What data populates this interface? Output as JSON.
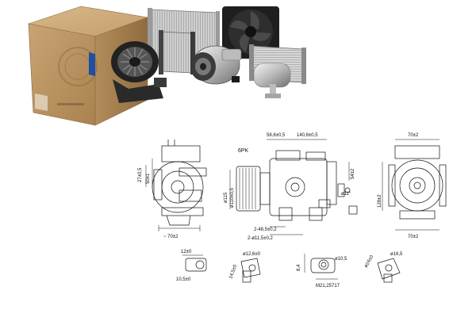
{
  "diagrams": {
    "side_left": {
      "dim_a": "27±0,5",
      "dim_b": "50±1",
      "dim_c": "~ 70±2"
    },
    "front": {
      "label_pk": "6PK",
      "dim_top1": "58,6±0,5",
      "dim_top2": "140,8±0,5",
      "dim_right": "54±2",
      "dim_dia_left": "ø115",
      "dim_dia_pulley": "ø110±0,5",
      "dim_angle": "ø11°",
      "dim_bottom1": "2-48,5±0,2",
      "dim_bottom2": "2-ø11,5±0,2"
    },
    "end_view": {
      "dim_top": "70±2",
      "dim_side": "128±2",
      "dim_bottom": "70±2"
    },
    "fittings": {
      "a_dim1": "12±0",
      "a_dim2": "10,5±0",
      "b_dim1": "ø12,6±0",
      "b_dim2": "14,5±0",
      "c_dim1": "8,4",
      "c_dim2": "ø10,5",
      "c_thread": "M21,25717",
      "d_dim1": "ø24±0",
      "d_dim2": "ø16,5"
    }
  }
}
